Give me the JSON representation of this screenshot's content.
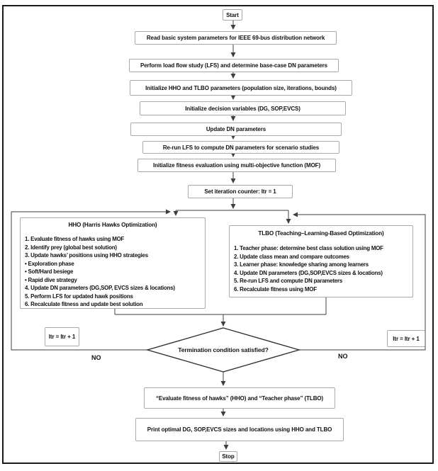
{
  "flow": {
    "start": "Start",
    "read_params": "Read basic system parameters for IEEE 69-bus distribution network",
    "load_flow": "Perform load flow study (LFS) and determine base-case DN parameters",
    "init_algo_params": "Initialize HHO and TLBO parameters (population size, iterations, bounds)",
    "init_decision_vars": "Initialize decision variables (DG, SOP,EVCS)",
    "update_dn": "Update DN parameters",
    "rerun_lfs": "Re-run LFS to compute DN parameters for scenario studies",
    "init_fitness": "Initialize fitness evaluation using multi-objective function (MOF)",
    "set_counter": "Set iteration counter: Itr = 1",
    "termination": "Termination condition satisfied?",
    "no_left": "NO",
    "no_right": "NO",
    "itr_left": "Itr = Itr + 1",
    "itr_right": "Itr = Itr + 1",
    "eval_merge": "“Evaluate fitness of hawks” (HHO) and  “Teacher phase” (TLBO)",
    "print_results": "Print optimal DG, SOP,EVCS sizes and locations  using HHO and TLBO",
    "stop": "Stop"
  },
  "hho": {
    "title": "HHO (Harris Hawks Optimization)",
    "steps": [
      "1. Evaluate fitness of hawks using MOF",
      "2. Identify prey (global best solution)",
      "3. Update hawks’ positions using HHO strategies",
      "• Exploration phase",
      "• Soft/Hard besiege",
      "• Rapid dive strategy",
      "4. Update DN parameters (DG,SOP, EVCS sizes & locations)",
      "5. Perform LFS for updated hawk positions",
      "6.  Recalculate fitness and update best solution"
    ]
  },
  "tlbo": {
    "title": "TLBO (Teaching–Learning-Based Optimization)",
    "steps": [
      "1. Teacher phase: determine best class solution using MOF",
      "2. Update class mean and compare outcomes",
      "3. Learner phase: knowledge sharing among learners",
      "4. Update DN parameters (DG,SOP,EVCS sizes & locations)",
      "5. Re-run LFS and compute DN parameters",
      "6. Recalculate fitness using MOF"
    ]
  },
  "colors": {
    "background": "#ffffff",
    "box_border": "#a9a9a9",
    "connector": "#5f6368",
    "diamond_border": "#333333",
    "outer_border": "#1b1b1b",
    "text": "#111111"
  }
}
